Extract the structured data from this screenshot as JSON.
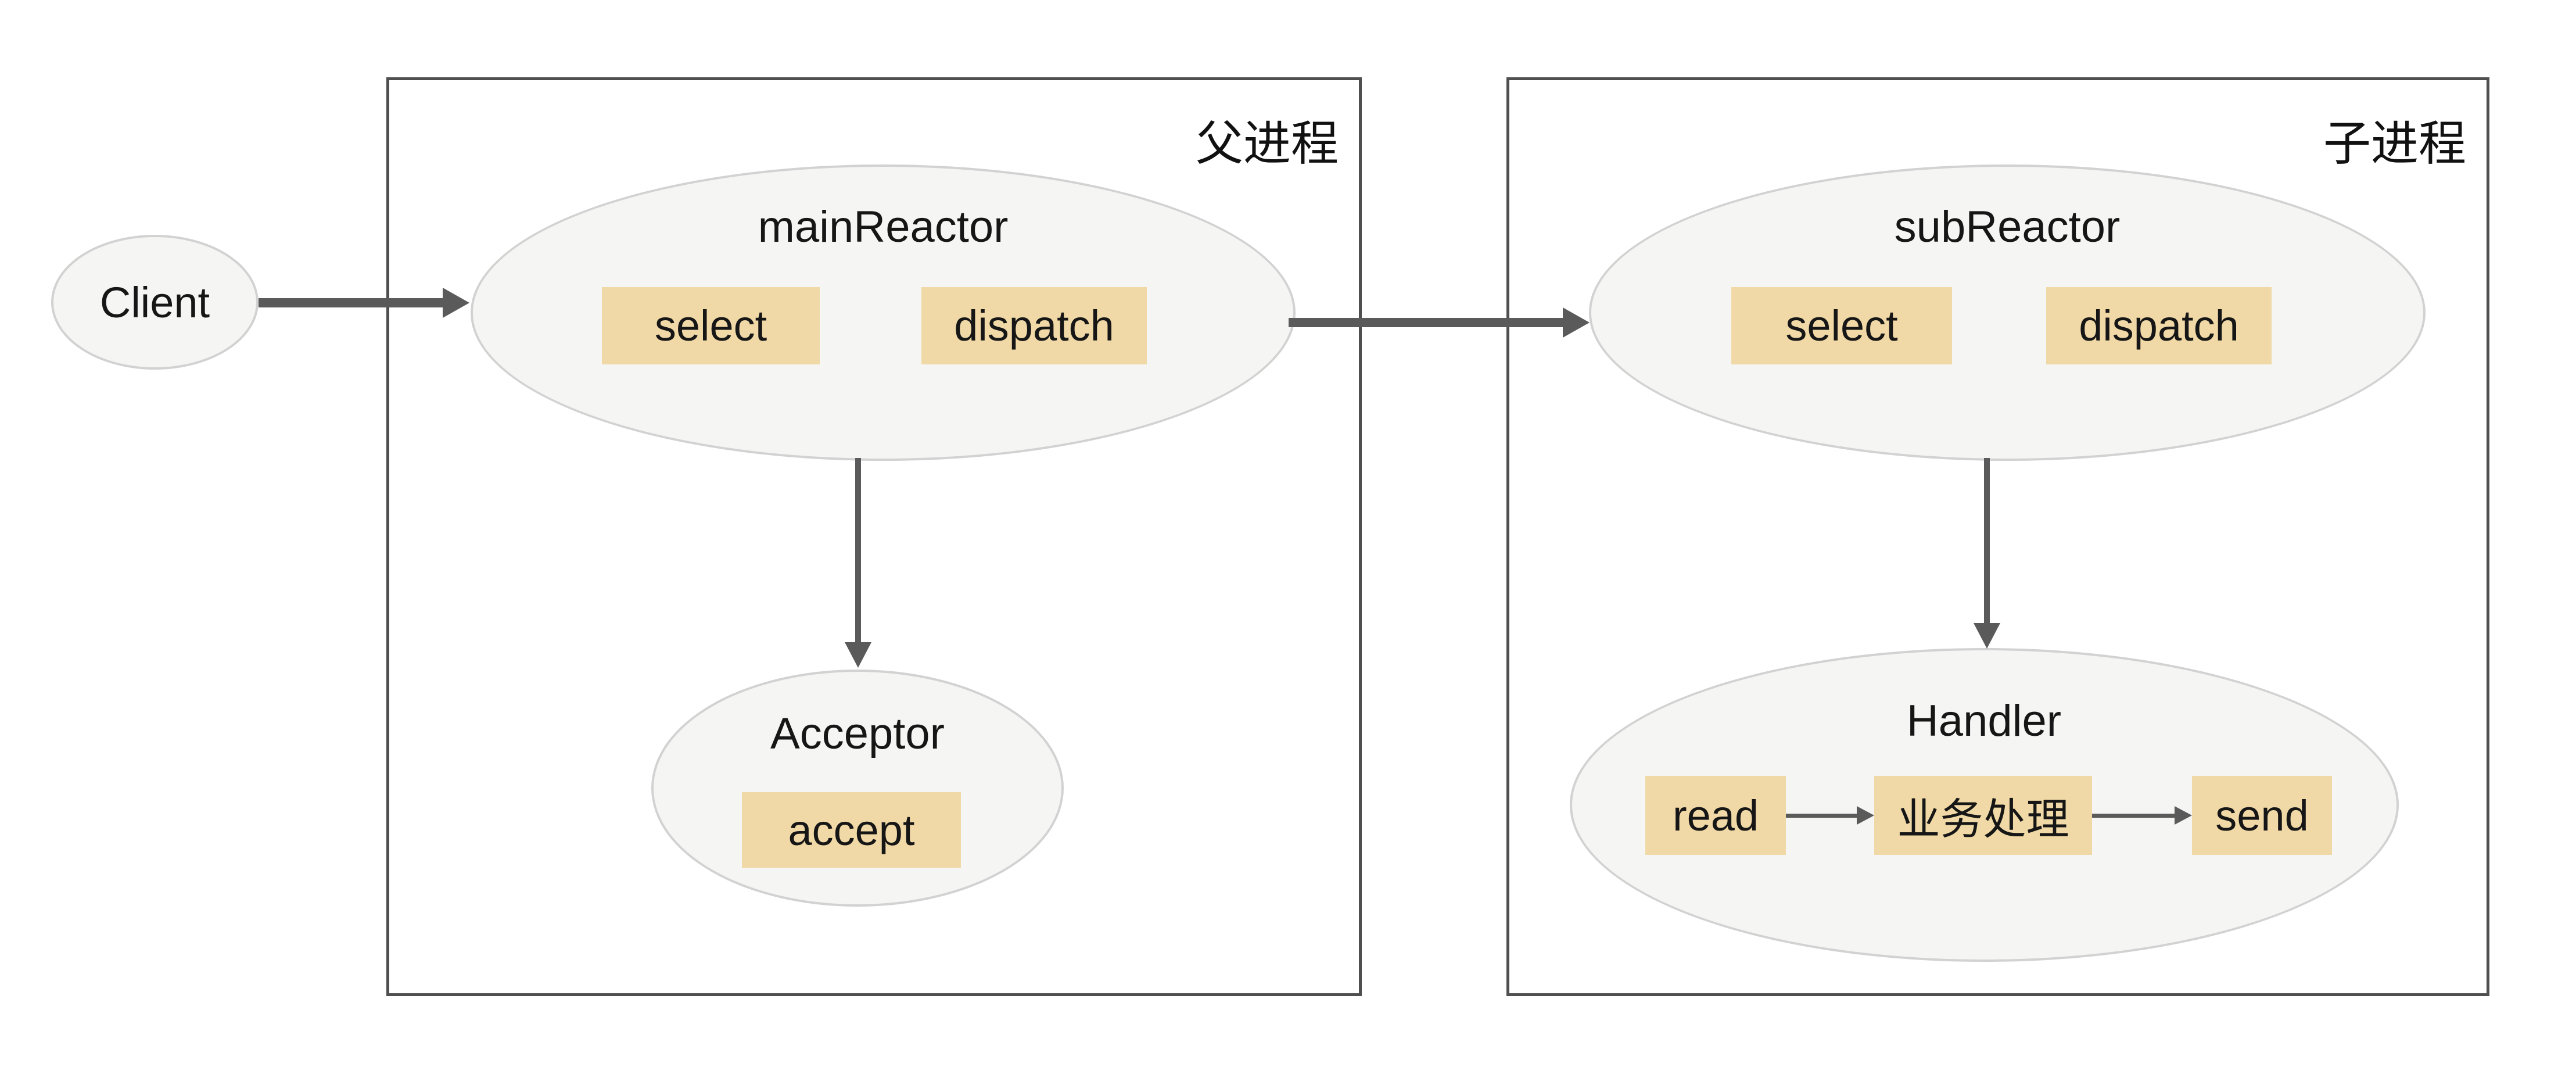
{
  "client": {
    "label": "Client"
  },
  "parent": {
    "title": "父进程",
    "main_reactor": {
      "label": "mainReactor",
      "select": "select",
      "dispatch": "dispatch"
    },
    "acceptor": {
      "label": "Acceptor",
      "accept": "accept"
    }
  },
  "child": {
    "title": "子进程",
    "sub_reactor": {
      "label": "subReactor",
      "select": "select",
      "dispatch": "dispatch"
    },
    "handler": {
      "label": "Handler",
      "read": "read",
      "business": "业务处理",
      "send": "send"
    }
  },
  "arrows": [
    {
      "from": "Client",
      "to": "mainReactor"
    },
    {
      "from": "mainReactor",
      "to": "subReactor"
    },
    {
      "from": "mainReactor",
      "to": "Acceptor"
    },
    {
      "from": "subReactor",
      "to": "Handler"
    },
    {
      "from": "read",
      "to": "业务处理"
    },
    {
      "from": "业务处理",
      "to": "send"
    }
  ],
  "colors": {
    "background": "#ffffff",
    "ellipse_fill": "#f5f5f3",
    "ellipse_border": "#d2d2d2",
    "process_box_border": "#4f4f4f",
    "op_box_fill": "#f0d9a6",
    "arrow": "#5a5a5a",
    "text": "#161616"
  }
}
